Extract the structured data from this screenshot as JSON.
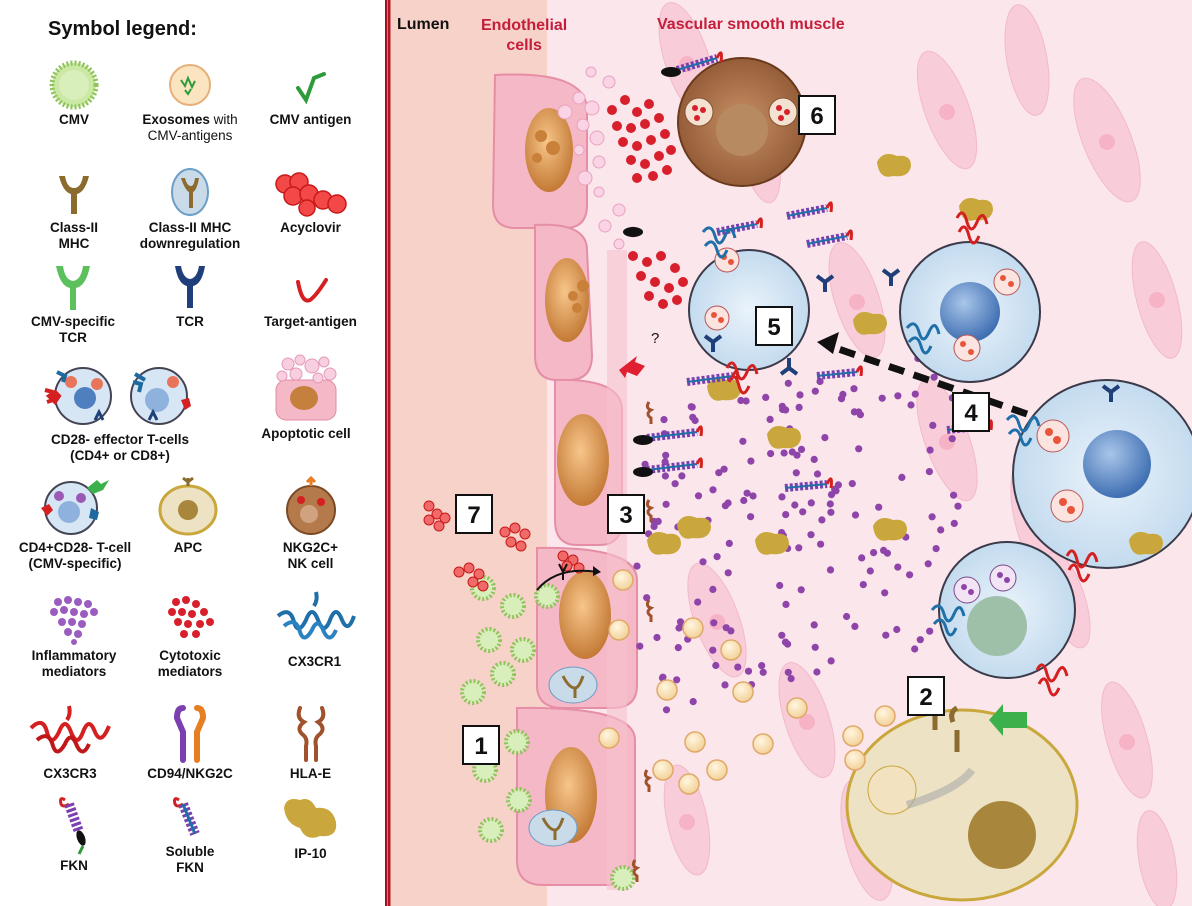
{
  "legend": {
    "title": "Symbol legend:",
    "items": [
      {
        "id": "cmv",
        "label": "CMV"
      },
      {
        "id": "exosomes",
        "label_bold": "Exosomes",
        "label_rest": "with",
        "label2": "CMV-antigens"
      },
      {
        "id": "cmv-antigen",
        "label": "CMV antigen"
      },
      {
        "id": "class2",
        "label": "Class-II",
        "label2": "MHC"
      },
      {
        "id": "class2-down",
        "label": "Class-II MHC",
        "label2": "downregulation"
      },
      {
        "id": "acyclovir",
        "label": "Acyclovir"
      },
      {
        "id": "cmv-tcr",
        "label": "CMV-specific",
        "label2": "TCR"
      },
      {
        "id": "tcr",
        "label": "TCR"
      },
      {
        "id": "target",
        "label": "Target-antigen"
      },
      {
        "id": "cd28",
        "label": "CD28- effector T-cells",
        "label2": "(CD4+ or CD8+)"
      },
      {
        "id": "apoptotic",
        "label": "Apoptotic cell"
      },
      {
        "id": "cd4cd28",
        "label": "CD4+CD28- T-cell",
        "label2": "(CMV-specific)"
      },
      {
        "id": "apc",
        "label": "APC"
      },
      {
        "id": "nk",
        "label": "NKG2C+",
        "label2": "NK cell"
      },
      {
        "id": "inflam",
        "label": "Inflammatory",
        "label2": "mediators"
      },
      {
        "id": "cyto",
        "label": "Cytotoxic",
        "label2": "mediators"
      },
      {
        "id": "cx3cr1",
        "label": "CX3CR1"
      },
      {
        "id": "cx3cr3",
        "label": "CX3CR3"
      },
      {
        "id": "cd94",
        "label": "CD94/NKG2C"
      },
      {
        "id": "hlae",
        "label": "HLA-E"
      },
      {
        "id": "fkn",
        "label": "FKN"
      },
      {
        "id": "sfkn",
        "label": "Soluble",
        "label2": "FKN"
      },
      {
        "id": "ip10",
        "label": "IP-10"
      }
    ]
  },
  "scene": {
    "lumen_label": "Lumen",
    "endothelial_label_1": "Endothelial",
    "endothelial_label_2": "cells",
    "vsm_label": "Vascular smooth muscle",
    "question_mark": "?",
    "numbers": [
      "1",
      "2",
      "3",
      "4",
      "5",
      "6",
      "7"
    ]
  },
  "colors": {
    "lumen": "#f6cfc6",
    "muscle": "#fbe3ea",
    "endothelium": "#f4b8c6",
    "nucleus": "#e8a460",
    "tcell": "#d6e6f4",
    "apc": "#e8dcb8",
    "nk": "#a9744a",
    "cmv": "#a8d67a",
    "cyto": "#d8202c",
    "inflam": "#8e44a8",
    "label_red": "#c41e3a"
  }
}
